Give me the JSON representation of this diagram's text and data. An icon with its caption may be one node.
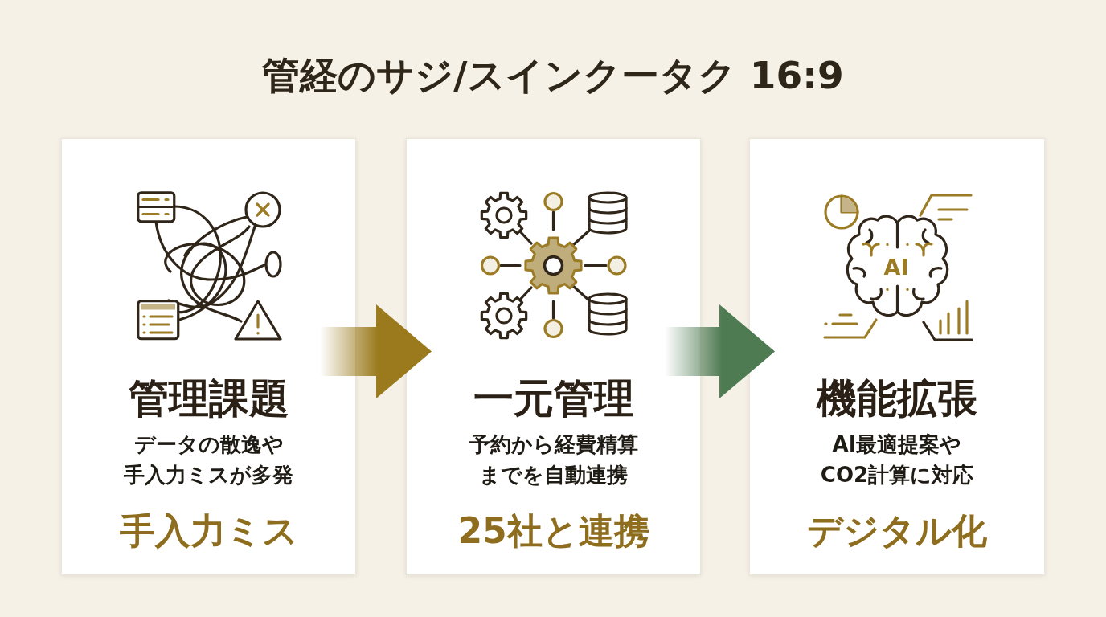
{
  "diagram": {
    "title": "管経のサジ/スインクータク 16:9",
    "nodes": [
      {
        "text": [
          "管理課題",
          "データの散逸や手入力ミスが多発",
          "手入力ミス"
        ]
      },
      {
        "text": [
          "一元管理",
          "予約から経費精算までを自動連携",
          "25社と連携"
        ]
      },
      {
        "text": [
          "機能拡張",
          "AI最適提案やCO2計算に対応",
          "デジタル化"
        ]
      }
    ],
    "edges": [
      {
        "from": 0,
        "to": 1,
        "arrow": "to",
        "color": "#9a7a1d"
      },
      {
        "from": 1,
        "to": 2,
        "arrow": "to",
        "color": "#4f7b53"
      }
    ],
    "labels": [
      "AI"
    ]
  }
}
